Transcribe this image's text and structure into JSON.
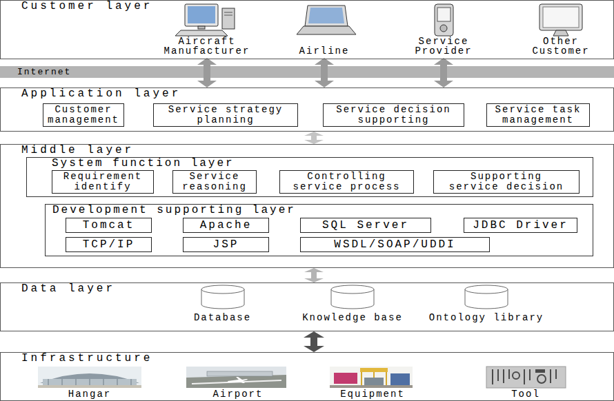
{
  "diagram": {
    "nodes": [
      {
        "text": [
          "Customer layer"
        ]
      },
      {
        "text": [
          "Aircraft Manufacturer"
        ],
        "in": 0
      },
      {
        "text": [
          "Airline"
        ],
        "in": 0
      },
      {
        "text": [
          "Service Provider"
        ],
        "in": 0
      },
      {
        "text": [
          "Other Customer"
        ],
        "in": 0
      },
      {
        "text": [
          "Internet"
        ]
      },
      {
        "text": [
          "Application layer"
        ]
      },
      {
        "text": [
          "Customer management"
        ],
        "in": 6
      },
      {
        "text": [
          "Service strategy planning"
        ],
        "in": 6
      },
      {
        "text": [
          "Service decision supporting"
        ],
        "in": 6
      },
      {
        "text": [
          "Service task management"
        ],
        "in": 6
      },
      {
        "text": [
          "Middle layer"
        ]
      },
      {
        "text": [
          "System function layer"
        ],
        "in": 11
      },
      {
        "text": [
          "Requirement identify"
        ],
        "in": 12
      },
      {
        "text": [
          "Service reasoning"
        ],
        "in": 12
      },
      {
        "text": [
          "Controlling service process"
        ],
        "in": 12
      },
      {
        "text": [
          "Supporting service decision"
        ],
        "in": 12
      },
      {
        "text": [
          "Development supporting layer"
        ],
        "in": 11
      },
      {
        "text": [
          "Tomcat"
        ],
        "in": 17
      },
      {
        "text": [
          "Apache"
        ],
        "in": 17
      },
      {
        "text": [
          "SQL Server"
        ],
        "in": 17
      },
      {
        "text": [
          "JDBC Driver"
        ],
        "in": 17
      },
      {
        "text": [
          "TCP/IP"
        ],
        "in": 17
      },
      {
        "text": [
          "JSP"
        ],
        "in": 17
      },
      {
        "text": [
          "WSDL/SOAP/UDDI"
        ],
        "in": 17
      },
      {
        "text": [
          "Data layer"
        ]
      },
      {
        "text": [
          "Database"
        ],
        "in": 25
      },
      {
        "text": [
          "Knowledge base"
        ],
        "in": 25
      },
      {
        "text": [
          "Ontology library"
        ],
        "in": 25
      },
      {
        "text": [
          "Infrastructure"
        ]
      },
      {
        "text": [
          "Hangar"
        ],
        "in": 29
      },
      {
        "text": [
          "Airport"
        ],
        "in": 29
      },
      {
        "text": [
          "Equipment"
        ],
        "in": 29
      },
      {
        "text": [
          "Tool"
        ],
        "in": 29
      }
    ],
    "edges": [
      {
        "from": 1,
        "to": 6,
        "arrow": "both"
      },
      {
        "from": 2,
        "to": 6,
        "arrow": "both"
      },
      {
        "from": 3,
        "to": 6,
        "arrow": "both"
      },
      {
        "from": 6,
        "to": 11,
        "arrow": "both"
      },
      {
        "from": 11,
        "to": 25,
        "arrow": "both"
      },
      {
        "from": 25,
        "to": 29,
        "arrow": "both"
      }
    ]
  }
}
